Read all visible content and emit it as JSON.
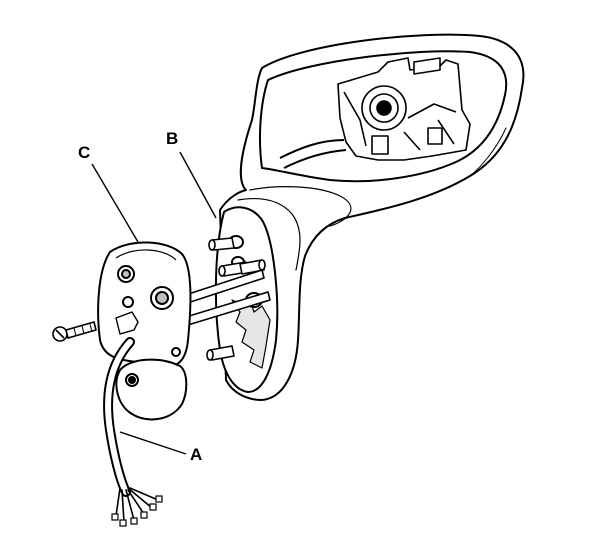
{
  "callouts": {
    "a": "A",
    "b": "B",
    "c": "C"
  },
  "colors": {
    "ink": "#000000",
    "paper": "#ffffff",
    "shade": "#bfbfbf",
    "light_shade": "#e6e6e6"
  }
}
